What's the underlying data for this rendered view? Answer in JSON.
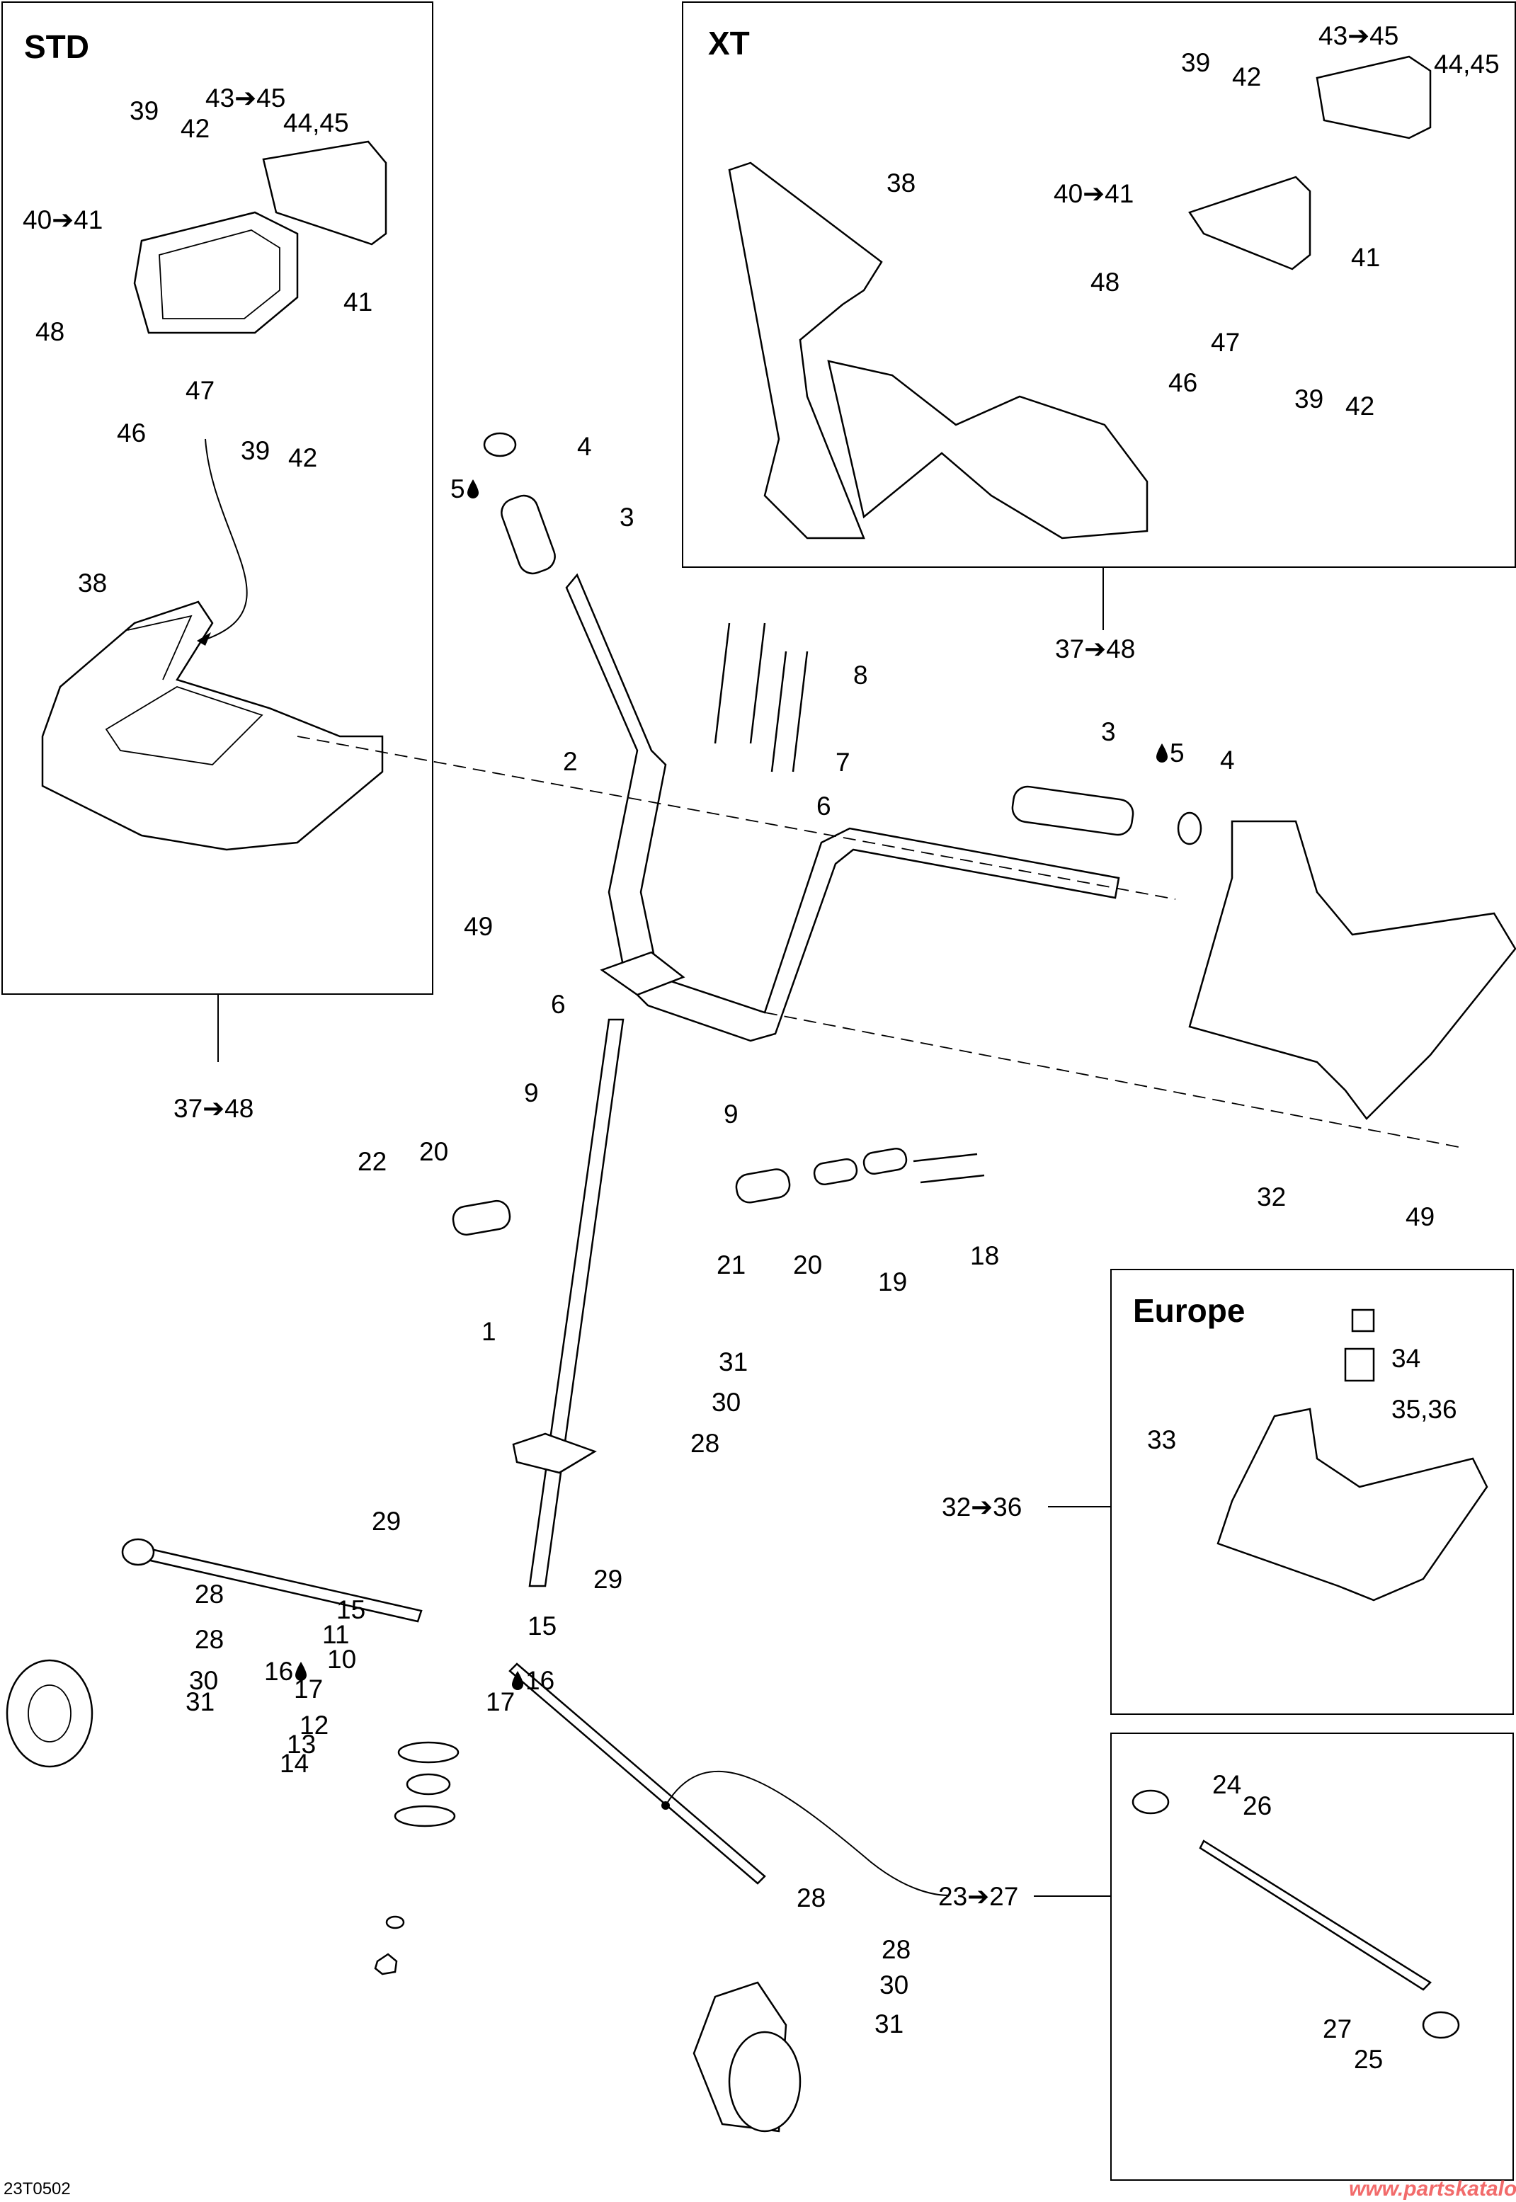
{
  "diagram": {
    "drawing_id": "23T0502",
    "watermark": "www.partskatalog.ru",
    "colors": {
      "line": "#000000",
      "background": "#ffffff",
      "watermark": "#f26b6b"
    },
    "insets": {
      "std": {
        "title": "STD",
        "group_label": "37➔48"
      },
      "xt": {
        "title": "XT",
        "group_label": "37➔48"
      },
      "europe": {
        "title": "Europe",
        "group_label": "32➔36"
      },
      "tie_rod": {
        "group_label": "23➔27"
      }
    },
    "callouts": {
      "std": [
        "39",
        "42",
        "43➔45",
        "44,45",
        "40➔41",
        "41",
        "48",
        "47",
        "46",
        "39",
        "42",
        "38"
      ],
      "xt": [
        "39",
        "42",
        "43➔45",
        "44,45",
        "38",
        "40➔41",
        "41",
        "48",
        "47",
        "46",
        "39",
        "42"
      ],
      "main": [
        "4",
        "5",
        "3",
        "2",
        "8",
        "7",
        "6",
        "3",
        "5",
        "4",
        "49",
        "6",
        "9",
        "9",
        "22",
        "20",
        "21",
        "20",
        "19",
        "18",
        "32",
        "49",
        "1",
        "31",
        "30",
        "28",
        "29",
        "29",
        "28",
        "28",
        "30",
        "31",
        "15",
        "15",
        "11",
        "10",
        "16",
        "17",
        "16",
        "17",
        "12",
        "13",
        "14",
        "28",
        "28",
        "30",
        "31"
      ],
      "europe": [
        "34",
        "35,36",
        "33"
      ],
      "tie_rod": [
        "24",
        "26",
        "27",
        "25"
      ]
    },
    "legend": {
      "lubricant_icon": "drop-icon",
      "range_arrow": "arrow-right-icon"
    }
  }
}
